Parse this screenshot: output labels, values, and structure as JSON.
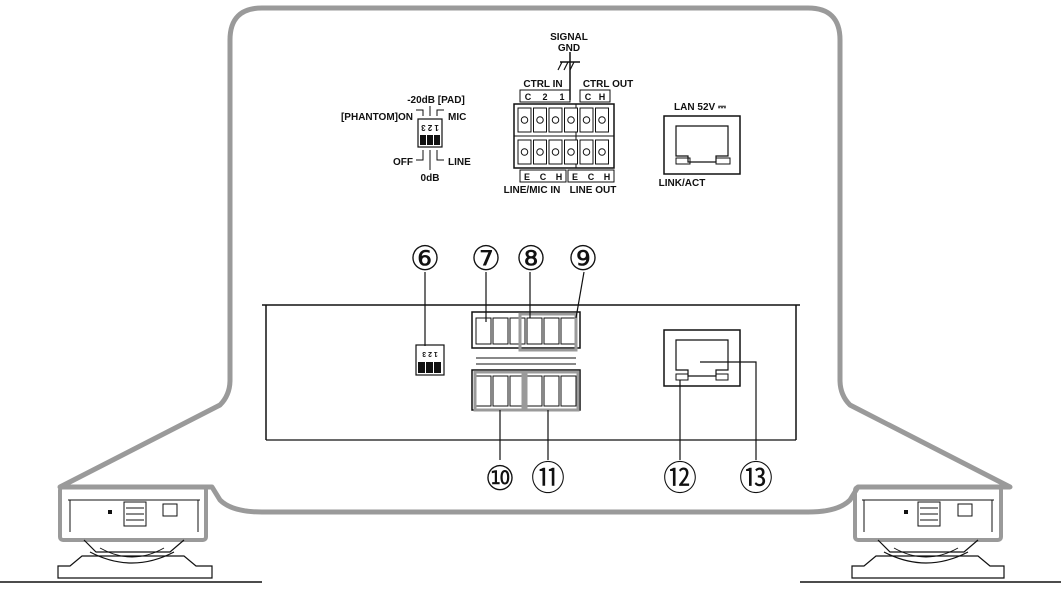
{
  "labels": {
    "signal": "SIGNAL",
    "gnd": "GND",
    "ctrl_in": "CTRL IN",
    "ctrl_out": "CTRL OUT",
    "ctrl_in_pins": [
      "C",
      "2",
      "1"
    ],
    "ctrl_out_pins": [
      "C",
      "H"
    ],
    "bottom_in_pins": [
      "E",
      "C",
      "H"
    ],
    "bottom_out_pins": [
      "E",
      "C",
      "H"
    ],
    "line_mic_in": "LINE/MIC IN",
    "line_out": "LINE OUT",
    "lan": "LAN 52V ⎓",
    "link_act": "LINK/ACT",
    "pad": "-20dB [PAD]",
    "phantom_on": "[PHANTOM]ON",
    "mic": "MIC",
    "off": "OFF",
    "line": "LINE",
    "zero_db": "0dB",
    "dip_numbers": "1 2 3",
    "dip_numbers_small": "1 2 3"
  },
  "callouts": [
    "⑥",
    "⑦",
    "⑧",
    "⑨",
    "⑩",
    "⑪",
    "⑫",
    "⑬"
  ],
  "colors": {
    "outline": "#9a9a9a",
    "line": "#111111",
    "background": "#ffffff"
  }
}
